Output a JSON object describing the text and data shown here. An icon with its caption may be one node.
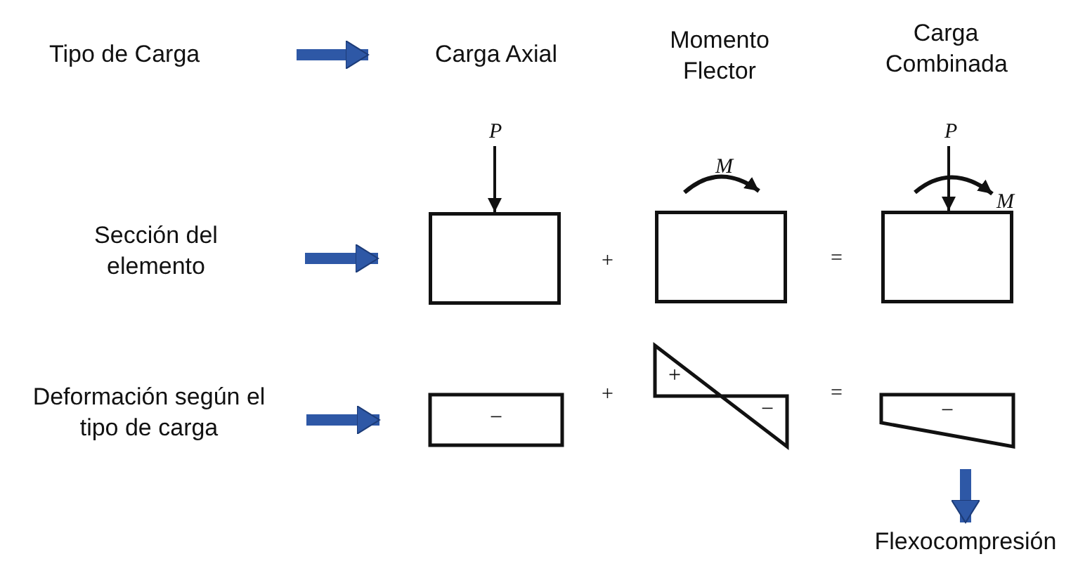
{
  "diagram": {
    "nodes": [
      {
        "text": [
          "Tipo de Carga"
        ]
      },
      {
        "text": [
          "Carga Axial"
        ]
      },
      {
        "text": [
          "Momento Flector"
        ]
      },
      {
        "text": [
          "Carga Combinada"
        ]
      },
      {
        "text": [
          "Sección del elemento"
        ]
      },
      {
        "text": [],
        "shape": "box"
      },
      {
        "text": [],
        "shape": "box"
      },
      {
        "text": [],
        "shape": "box"
      },
      {
        "text": [
          "Deformación según el tipo de carga"
        ]
      },
      {
        "text": [
          "−"
        ]
      },
      {
        "text": [
          "+",
          "−"
        ]
      },
      {
        "text": [
          "−"
        ]
      },
      {
        "text": [
          "Flexocompresión"
        ]
      }
    ],
    "edges": [
      {
        "from": 0,
        "to": 1,
        "arrow": "to"
      },
      {
        "from": 4,
        "to": 5,
        "arrow": "to"
      },
      {
        "from": 8,
        "to": 9,
        "arrow": "to"
      },
      {
        "from": 11,
        "to": 12,
        "arrow": "to"
      }
    ],
    "labels": [
      "P",
      "M",
      "P",
      "M",
      "+",
      "=",
      "+",
      "="
    ]
  }
}
